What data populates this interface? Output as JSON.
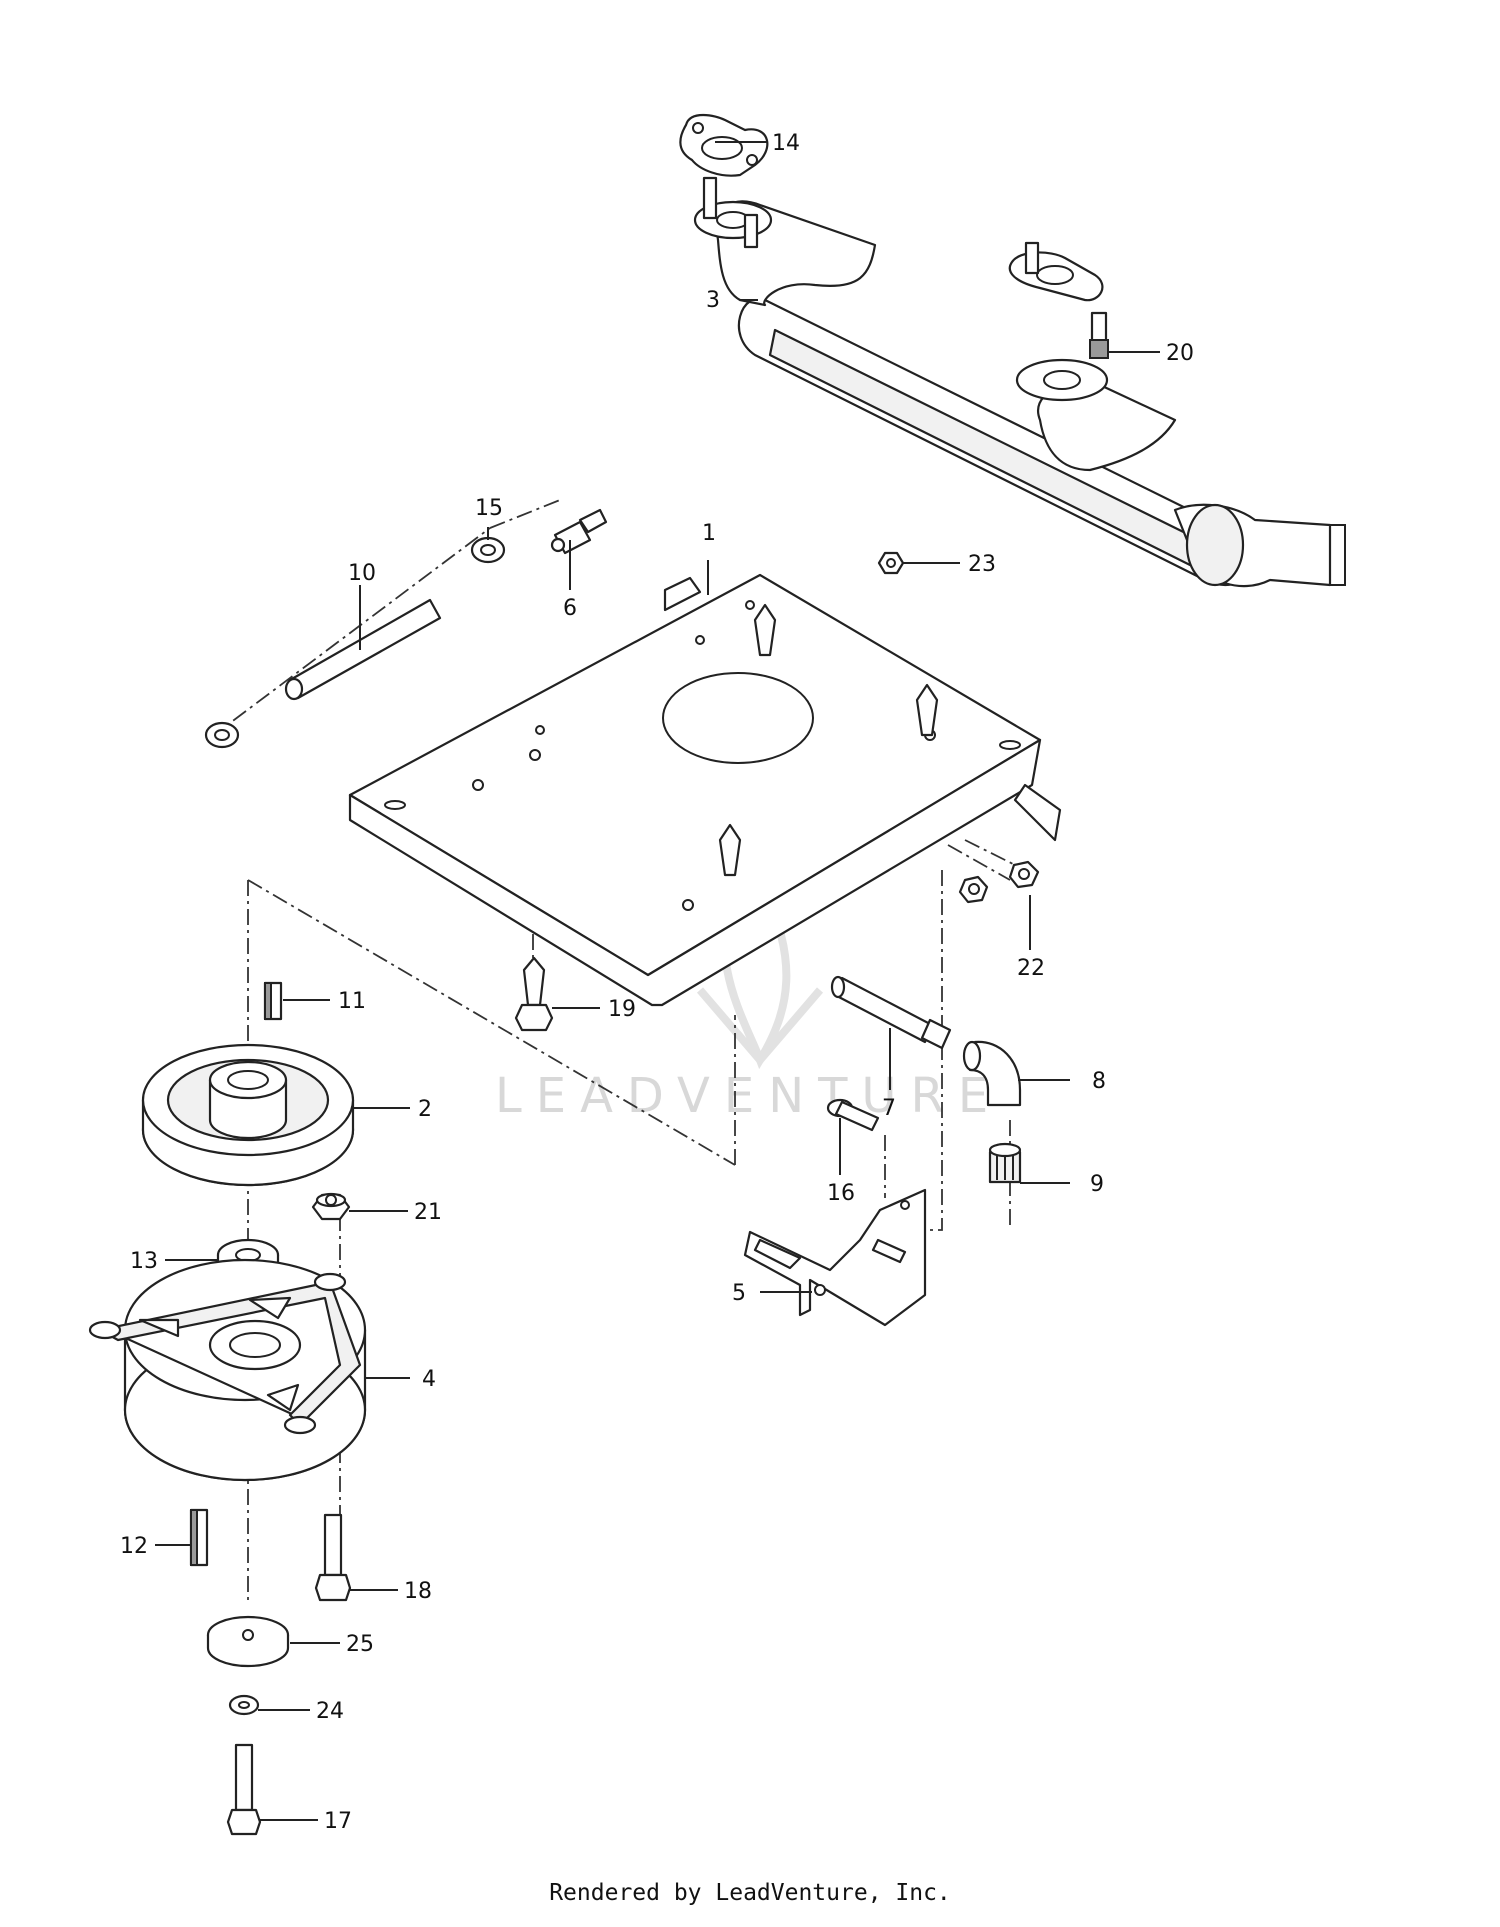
{
  "watermark": {
    "text": "LEADVENTURE"
  },
  "footer": {
    "text": "Rendered by LeadVenture, Inc."
  },
  "callouts": {
    "c1": "1",
    "c2": "2",
    "c3": "3",
    "c4": "4",
    "c5": "5",
    "c6": "6",
    "c7": "7",
    "c8": "8",
    "c9": "9",
    "c10": "10",
    "c11": "11",
    "c12": "12",
    "c13": "13",
    "c14": "14",
    "c15": "15",
    "c16": "16",
    "c17": "17",
    "c18": "18",
    "c19": "19",
    "c20": "20",
    "c21": "21",
    "c22": "22",
    "c23": "23",
    "c24": "24",
    "c25": "25"
  }
}
